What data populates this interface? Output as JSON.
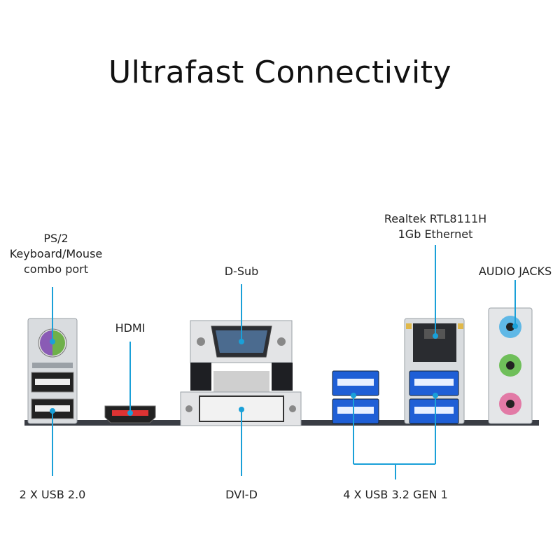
{
  "title": "Ultrafast Connectivity",
  "labels": {
    "ps2_line1": "PS/2",
    "ps2_line2": "Keyboard/Mouse",
    "ps2_line3": "combo port",
    "hdmi": "HDMI",
    "dsub": "D-Sub",
    "lan_line1": "Realtek RTL8111H",
    "lan_line2": "1Gb Ethernet",
    "audio": "AUDIO JACKS",
    "usb20": "2 X USB 2.0",
    "dvid": "DVI-D",
    "usb32": "4 X USB 3.2 GEN 1"
  },
  "colors": {
    "leader_line": "#1aa0d8",
    "usb3_blue": "#1f5fd6",
    "audio_blue": "#5fb8e6",
    "audio_green": "#6fbf5a",
    "audio_pink": "#e27aa6",
    "ps2_purple": "#8a5bb5",
    "ps2_green": "#6fb04a"
  }
}
